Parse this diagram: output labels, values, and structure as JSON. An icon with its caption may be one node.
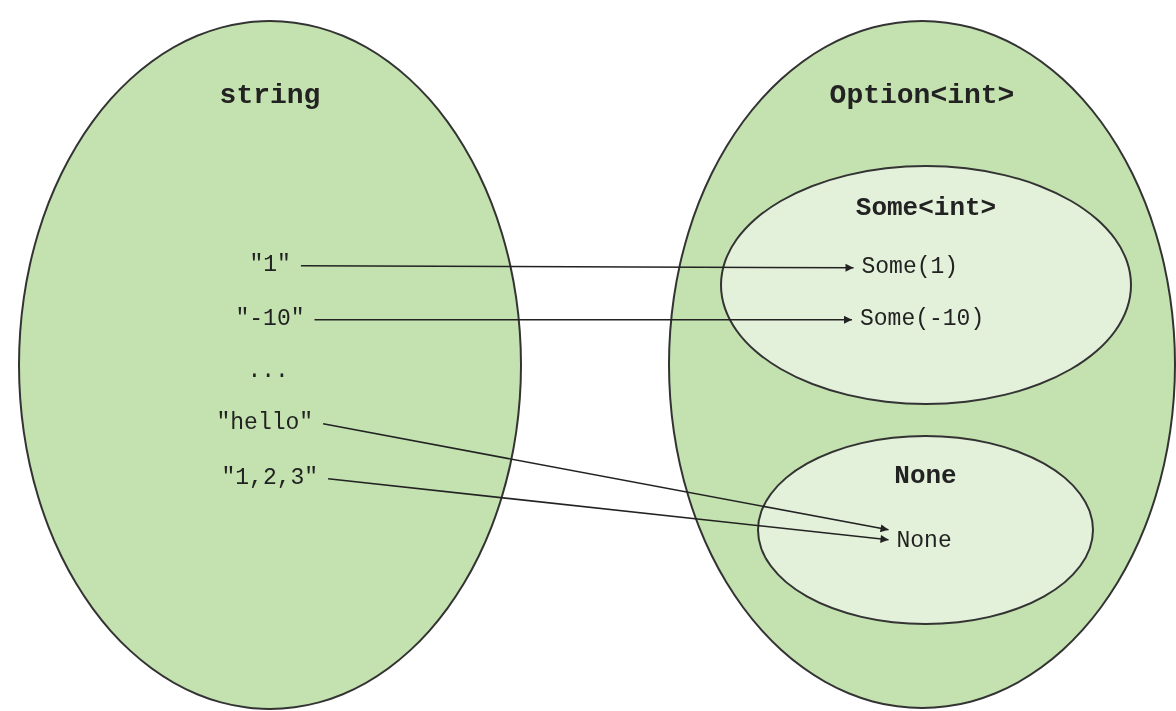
{
  "diagram": {
    "nodes": [
      {
        "text": [
          "string"
        ]
      },
      {
        "text": [
          "\"1\""
        ],
        "in": 0
      },
      {
        "text": [
          "\"-10\""
        ],
        "in": 0
      },
      {
        "text": [
          "\"hello\""
        ],
        "in": 0
      },
      {
        "text": [
          "\"1,2,3\""
        ],
        "in": 0
      },
      {
        "text": [
          "Option<int>"
        ]
      },
      {
        "text": [
          "Some<int>"
        ],
        "in": 5
      },
      {
        "text": [
          "Some(1)"
        ],
        "in": 6
      },
      {
        "text": [
          "Some(-10)"
        ],
        "in": 6
      },
      {
        "text": [
          "None"
        ],
        "in": 5
      },
      {
        "text": [
          "None"
        ],
        "in": 9
      }
    ],
    "edges": [
      {
        "from": 1,
        "to": 7,
        "arrow": "to"
      },
      {
        "from": 2,
        "to": 8,
        "arrow": "to"
      },
      {
        "from": 3,
        "to": 10,
        "arrow": "to"
      },
      {
        "from": 4,
        "to": 10,
        "arrow": "to"
      }
    ],
    "labels": [
      "..."
    ]
  }
}
